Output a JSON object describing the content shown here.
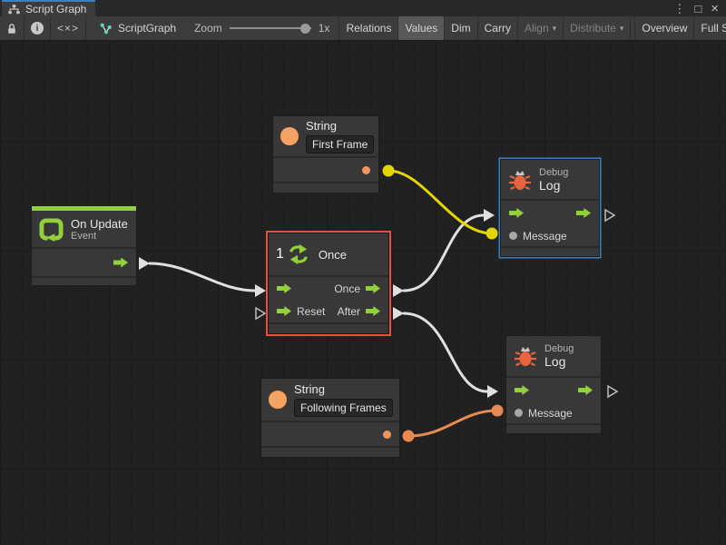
{
  "colors": {
    "green": "#92D13C",
    "orange": "#F5A262",
    "bug": "#E8643F",
    "wire_white": "#E0E0E0",
    "wire_yellow": "#E2D60A",
    "wire_orange": "#E78A50",
    "sel_red": "#E8503F",
    "sel_blue": "#3E7FC1",
    "canvas_bg": "#212121",
    "node_bg": "#383838",
    "toolbar_bg": "#3C3C3C",
    "tabbar_bg": "#282828"
  },
  "icons": {
    "info": "i",
    "code_view": "<×>",
    "kebab": "⋮",
    "maximize": "□",
    "close": "×",
    "dropdown": "▾"
  },
  "tab_bar": {
    "title": "Script Graph"
  },
  "toolbar": {
    "graph_name": "ScriptGraph",
    "zoom_label": "Zoom",
    "zoom_value": "1x",
    "buttons": [
      {
        "label": "Relations",
        "state": "normal"
      },
      {
        "label": "Values",
        "state": "active"
      },
      {
        "label": "Dim",
        "state": "normal"
      },
      {
        "label": "Carry",
        "state": "normal"
      },
      {
        "label": "Align",
        "state": "disabled",
        "dropdown": true
      },
      {
        "label": "Distribute",
        "state": "disabled",
        "dropdown": true
      },
      {
        "label": "Overview",
        "state": "normal"
      },
      {
        "label": "Full Screen",
        "state": "normal"
      }
    ]
  },
  "graph": {
    "nodes": [
      {
        "id": "on-update",
        "title": "On Update",
        "subtitle": "Event"
      },
      {
        "id": "once",
        "badge": "1",
        "title": "Once",
        "out1": "Once",
        "in2": "Reset",
        "out2": "After",
        "selected": true
      },
      {
        "id": "string-first",
        "title": "String",
        "value": "First Frame"
      },
      {
        "id": "string-following",
        "title": "String",
        "value": "Following Frames"
      },
      {
        "id": "debug-top",
        "subtitle": "Debug",
        "title": "Log",
        "port": "Message",
        "highlight": "blue"
      },
      {
        "id": "debug-bottom",
        "subtitle": "Debug",
        "title": "Log",
        "port": "Message"
      }
    ],
    "connections": [
      {
        "from": "On Update.out",
        "to": "Once.in",
        "type": "control",
        "color": "white"
      },
      {
        "from": "Once.Once",
        "to": "Debug Log top.in",
        "type": "control",
        "color": "white"
      },
      {
        "from": "Once.After",
        "to": "Debug Log bottom.in",
        "type": "control",
        "color": "white"
      },
      {
        "from": "String First Frame.out",
        "to": "Debug Log top.Message",
        "type": "value",
        "color": "yellow"
      },
      {
        "from": "String Following Frames.out",
        "to": "Debug Log bottom.Message",
        "type": "value",
        "color": "orange"
      }
    ]
  }
}
